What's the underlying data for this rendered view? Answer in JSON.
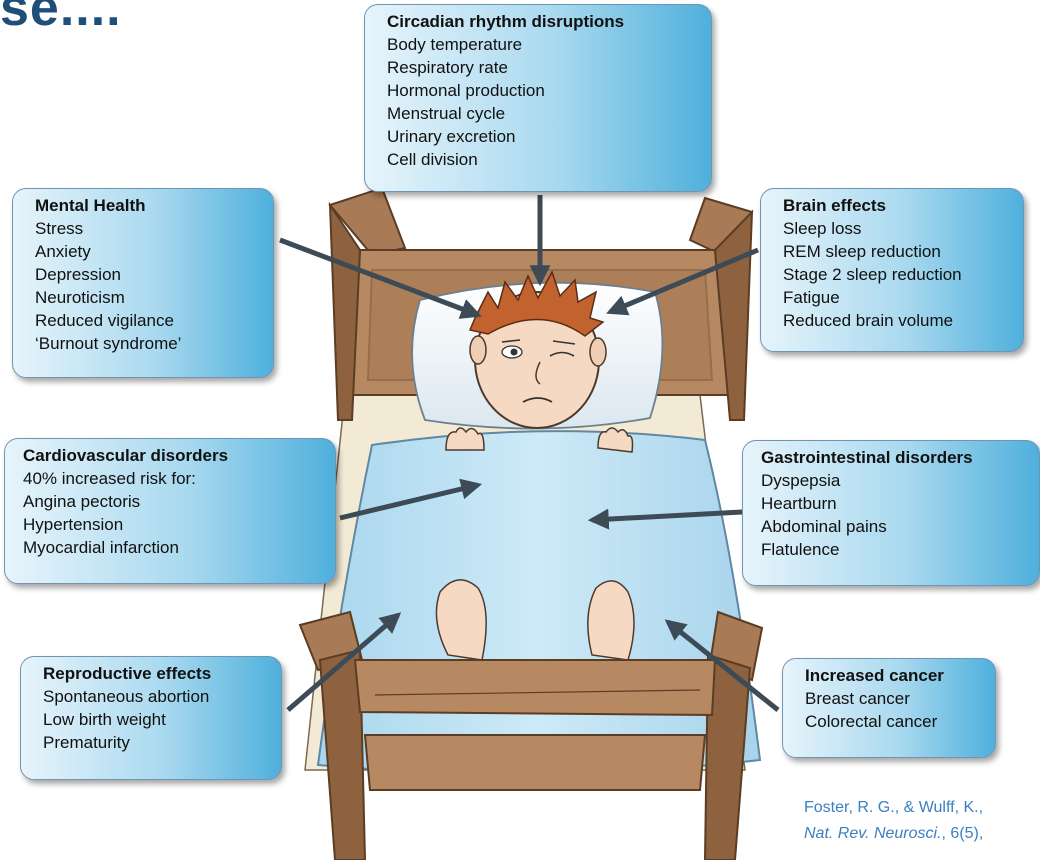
{
  "slide": {
    "title": "se...."
  },
  "boxes": {
    "circadian": {
      "heading": "Circadian rhythm disruptions",
      "items": [
        "Body temperature",
        "Respiratory rate",
        "Hormonal production",
        "Menstrual cycle",
        "Urinary excretion",
        "Cell division"
      ]
    },
    "mental": {
      "heading": "Mental Health",
      "items": [
        "Stress",
        "Anxiety",
        "Depression",
        "Neuroticism",
        "Reduced vigilance",
        "‘Burnout syndrome’"
      ]
    },
    "brain": {
      "heading": "Brain effects",
      "items": [
        "Sleep loss",
        "REM sleep reduction",
        "Stage 2 sleep reduction",
        "Fatigue",
        "Reduced brain volume"
      ]
    },
    "cardio": {
      "heading": "Cardiovascular disorders",
      "items": [
        "40% increased risk for:",
        "Angina pectoris",
        "Hypertension",
        "Myocardial infarction"
      ]
    },
    "gastro": {
      "heading": "Gastrointestinal disorders",
      "items": [
        "Dyspepsia",
        "Heartburn",
        "Abdominal pains",
        "Flatulence"
      ]
    },
    "reproductive": {
      "heading": "Reproductive effects",
      "items": [
        "Spontaneous abortion",
        "Low birth weight",
        "Prematurity"
      ]
    },
    "cancer": {
      "heading": "Increased cancer",
      "items": [
        "Breast cancer",
        "Colorectal cancer"
      ]
    }
  },
  "citation": {
    "line1": "Foster, R. G., & Wulff, K.,",
    "journal": "Nat. Rev. Neurosci.",
    "rest": ", 6(5),"
  },
  "colors": {
    "title": "#1f4e79",
    "box_gradient": [
      "#e7f4fb",
      "#4fb0dc"
    ],
    "arrow": "#3d4b57",
    "wood": "#a87a55",
    "blanket": "#bfe2f3",
    "citation": "#3a7fc1"
  }
}
